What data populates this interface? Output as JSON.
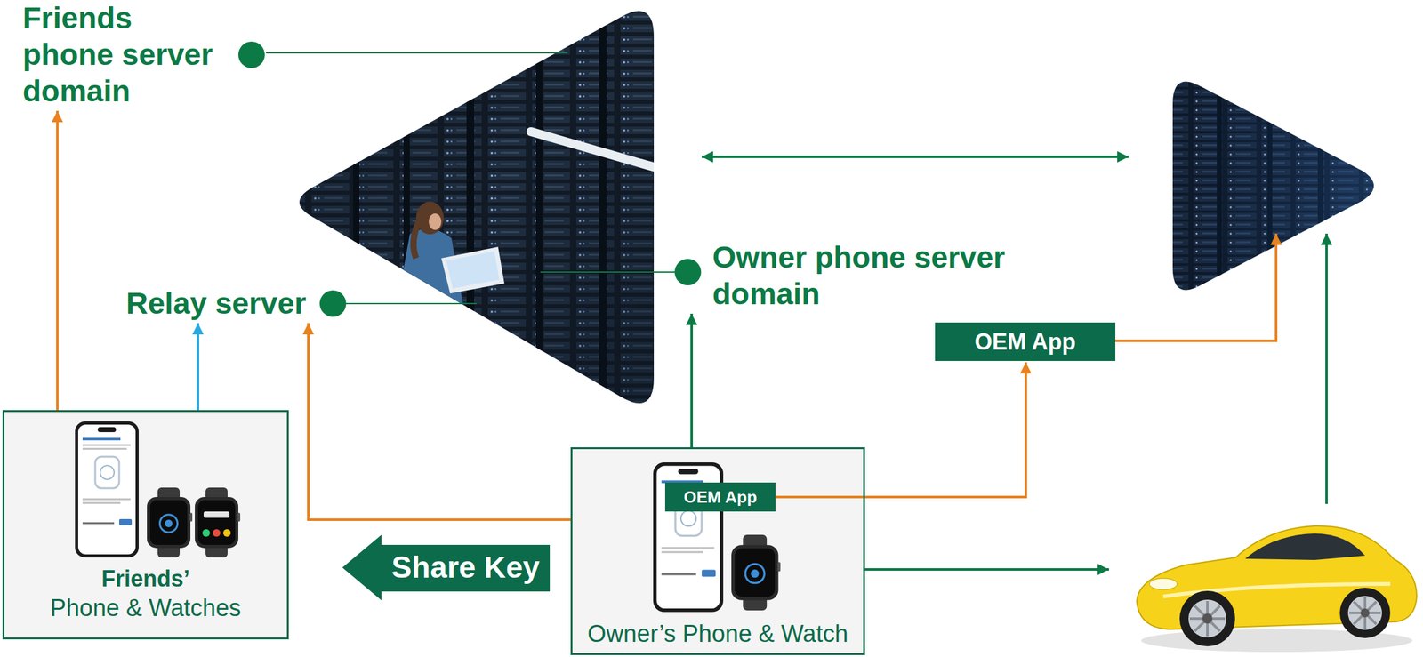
{
  "diagram": {
    "nodes": [
      {
        "text": [
          "Friends phone server domain"
        ]
      },
      {
        "text": [
          "Relay server"
        ]
      },
      {
        "text": [
          "Owner phone server domain"
        ]
      },
      {
        "text": [
          "OEM App"
        ]
      },
      {
        "text": [
          "Friends’",
          "Phone & Watches"
        ]
      },
      {
        "text": [
          "Share Key"
        ]
      },
      {
        "text": [
          "Owner’s Phone & Watch"
        ]
      },
      {
        "text": [
          "OEM App"
        ],
        "in": 6
      }
    ],
    "edges": [
      {
        "from": 4,
        "to": 0,
        "arrow": "to"
      },
      {
        "from": 4,
        "to": 1,
        "arrow": "to"
      },
      {
        "from": 6,
        "to": 1,
        "arrow": "to"
      },
      {
        "from": 6,
        "to": 2,
        "arrow": "to"
      },
      {
        "from": 7,
        "to": 3,
        "arrow": "to"
      }
    ]
  }
}
